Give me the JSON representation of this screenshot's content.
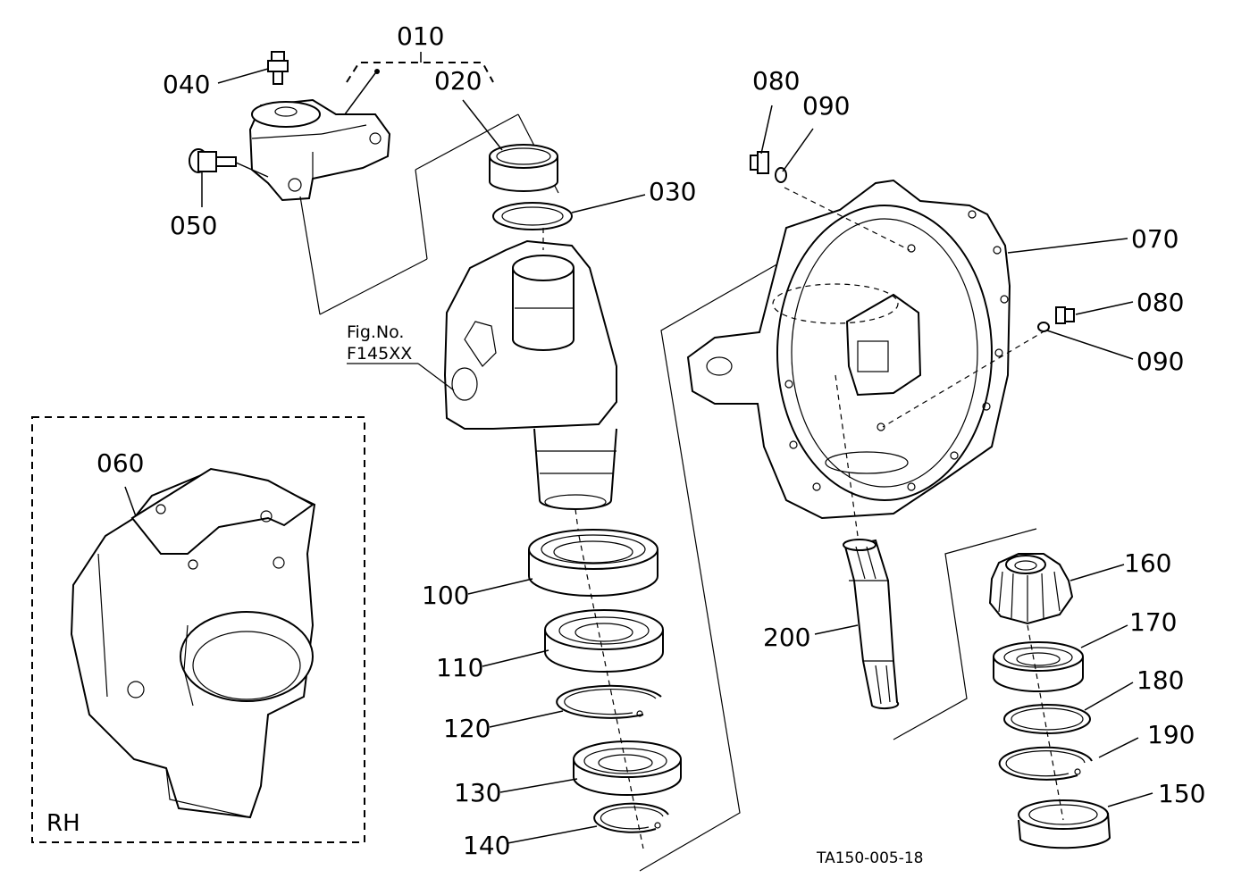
{
  "callouts": {
    "c010": "010",
    "c020": "020",
    "c030": "030",
    "c040": "040",
    "c050": "050",
    "c060": "060",
    "c070": "070",
    "c080a": "080",
    "c090a": "090",
    "c080b": "080",
    "c090b": "090",
    "c100": "100",
    "c110": "110",
    "c120": "120",
    "c130": "130",
    "c140": "140",
    "c150": "150",
    "c160": "160",
    "c170": "170",
    "c180": "180",
    "c190": "190",
    "c200": "200"
  },
  "figref": {
    "line1": "Fig.No.",
    "line2": "F145XX"
  },
  "inset_label": "RH",
  "drawing_code": "TA150-005-18"
}
